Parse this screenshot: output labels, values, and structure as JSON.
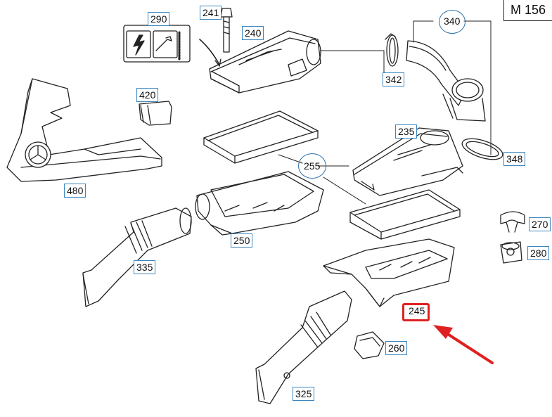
{
  "model": "M 156",
  "callouts": {
    "p290": "290",
    "p241": "241",
    "p240": "240",
    "p340": "340",
    "p342": "342",
    "p420": "420",
    "p480": "480",
    "p235": "235",
    "p348": "348",
    "p255": "255",
    "p270": "270",
    "p250": "250",
    "p280": "280",
    "p335": "335",
    "p245": "245",
    "p260": "260",
    "p325": "325"
  },
  "colors": {
    "line": "#222222",
    "callout_border": "#3a86c0",
    "highlight": "#e02020"
  }
}
